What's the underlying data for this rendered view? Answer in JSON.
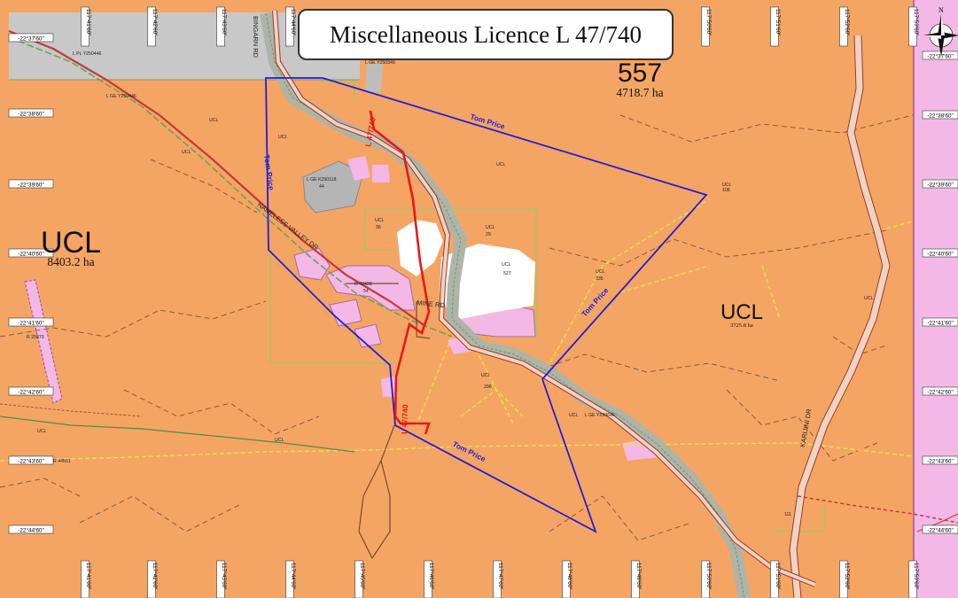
{
  "title": "Miscellaneous Licence L 47/740",
  "north_label": "N",
  "colors": {
    "ucl_orange": "#f5a563",
    "reserve_pink": "#f3b8e6",
    "lease_grey": "#c8c8c8",
    "tenement_outline": "#1f1fd6",
    "licence_red": "#e81818",
    "road_fill": "#f1d3c4",
    "road_edge": "#9a3a2a",
    "railway_green": "#6ea15a"
  },
  "labels": {
    "area_557": "557",
    "area_557_ha": "4718.7 ha",
    "ucl_left": "UCL",
    "ucl_left_ha": "8403.2 ha",
    "ucl_right": "UCL",
    "ucl_right_ha": "3725.8 ha",
    "tom_price_top": "Tom Price",
    "tom_price_left": "Tom Price",
    "tom_price_right": "Tom Price",
    "tom_price_bottom": "Tom Price",
    "licence_top": "L 47/740",
    "licence_bottom": "L 47/740",
    "bingarn_rd": "BINGARN RD",
    "nameless_valley": "NAMELESS VALLEY DR",
    "mine_rd": "MINE RD",
    "karijini_dr": "KARIJINI DR"
  },
  "lat_ticks": [
    "-22°37'60\"",
    "-22°38'60\"",
    "-22°39'60\"",
    "-22°40'60\"",
    "-22°41'60\"",
    "-22°42'60\"",
    "-22°43'60\"",
    "-22°44'60\""
  ],
  "lon_ticks": [
    "117°41'60\"",
    "117°42'60\"",
    "117°43'60\"",
    "117°44'60\"",
    "117°45'60\"",
    "117°46'60\"",
    "117°47'60\"",
    "117°48'60\"",
    "117°49'60\"",
    "117°50'60\"",
    "117°51'60\"",
    "117°52'60\"",
    "117°53'60\""
  ],
  "small_labels": [
    "UCL",
    "UCL",
    "UCL",
    "UCL",
    "UCL",
    "UCL",
    "UCL",
    "UCL",
    "UCL",
    "UCL",
    "UCL",
    "UCL",
    "UCL",
    "UCL",
    "L GE K250118",
    "L PL Y250446",
    "L GE Y250446",
    "L GE Y250340",
    "R 42428",
    "R 25870",
    "R 44501",
    "L GE Y299646",
    "108",
    "54",
    "527",
    "36",
    "29",
    "335",
    "111",
    "296",
    "44"
  ]
}
